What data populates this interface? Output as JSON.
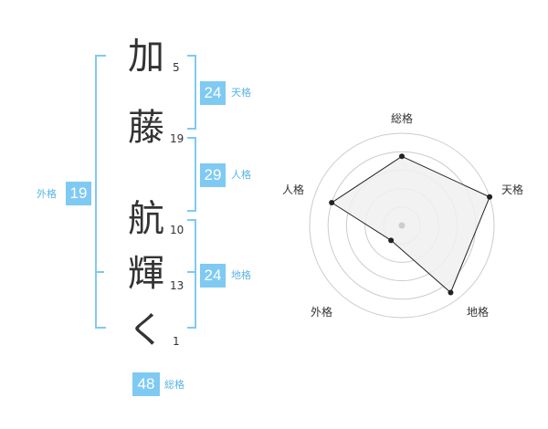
{
  "name_chars": [
    {
      "char": "加",
      "strokes": "5"
    },
    {
      "char": "藤",
      "strokes": "19"
    },
    {
      "char": "航",
      "strokes": "10"
    },
    {
      "char": "輝",
      "strokes": "13"
    },
    {
      "char": "く",
      "strokes": "1"
    }
  ],
  "kakusu": {
    "tenkaku": {
      "value": "24",
      "label": "天格"
    },
    "jinkaku": {
      "value": "29",
      "label": "人格"
    },
    "chikaku": {
      "value": "24",
      "label": "地格"
    },
    "gaikaku": {
      "value": "19",
      "label": "外格"
    },
    "soukaku": {
      "value": "48",
      "label": "総格"
    }
  },
  "chart_data": {
    "type": "radar",
    "axes": [
      "総格",
      "天格",
      "地格",
      "外格",
      "人格"
    ],
    "values": [
      0.75,
      1.0,
      0.9,
      0.2,
      0.8
    ],
    "rings": 5,
    "fill_color": "#f0f0f0",
    "line_color": "#222222",
    "ring_color": "#cccccc"
  },
  "colors": {
    "accent": "#7fcaf2",
    "accent_text": "#5ab4e4"
  }
}
